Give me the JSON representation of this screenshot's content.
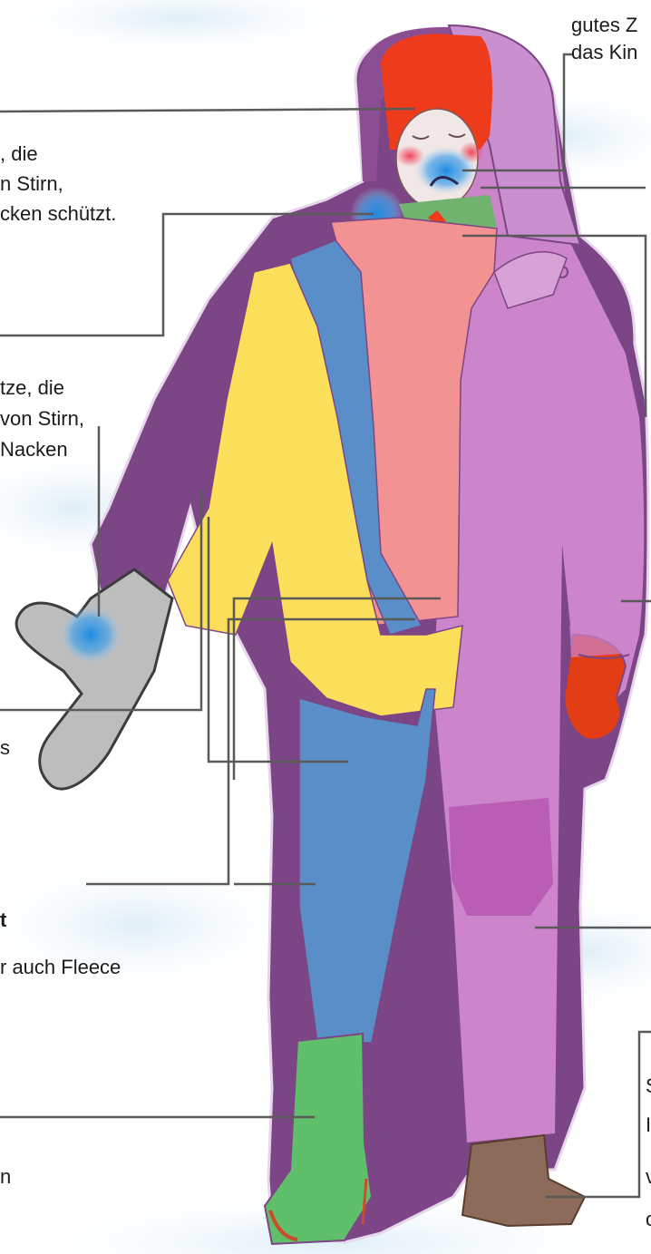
{
  "text_fragments": {
    "top_right_1": "gutes Z",
    "top_right_2": "das Kin",
    "cap_1": ", die",
    "cap_2": "n Stirn,",
    "cap_3": "cken schützt.",
    "mid_1": "tze, die",
    "mid_2": "von Stirn,",
    "mid_3": "Nacken",
    "s_frag": "s",
    "t_frag": "t",
    "fleece": "r auch Fleece",
    "n_frag": "n",
    "br_1": "S",
    "br_2": "I",
    "br_3": "v",
    "br_4": "c"
  },
  "colors": {
    "hood_outer": "#c98fce",
    "hood_red": "#ee3b1b",
    "jacket": "#cc84cb",
    "jacket_dark": "#7c4585",
    "knee": "#b95db5",
    "fleece_pink": "#f39292",
    "scarf_green": "#6fb36e",
    "underlayer_blue": "#5a8ec8",
    "base_yellow": "#fbde5a",
    "mitten_grey": "#bdbdbd",
    "mitten_red": "#e23d14",
    "boot_green": "#5fbf6a",
    "boot_brown": "#8c6b5a",
    "face": "#f1e7e7",
    "cold_spot": "#1f8ae0",
    "leader_line": "#5a5a5a"
  }
}
